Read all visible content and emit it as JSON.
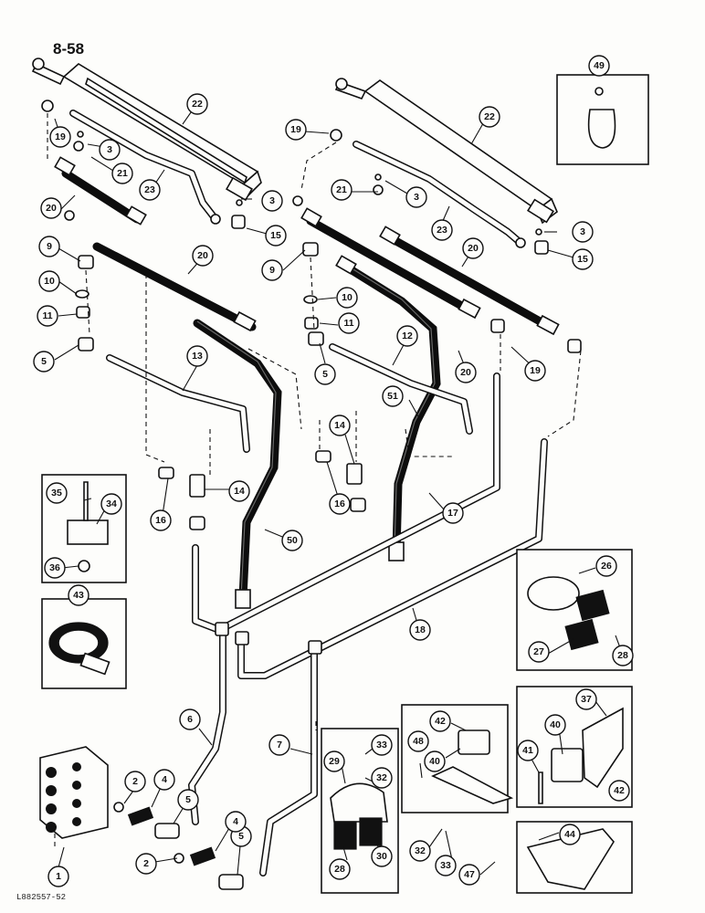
{
  "page_number": "8-58",
  "figure_id": "L882557-52",
  "callouts": [
    {
      "id": "c22a",
      "label": "22"
    },
    {
      "id": "c22b",
      "label": "22"
    },
    {
      "id": "c19a",
      "label": "19"
    },
    {
      "id": "c19b",
      "label": "19"
    },
    {
      "id": "c19c",
      "label": "19"
    },
    {
      "id": "c3a",
      "label": "3"
    },
    {
      "id": "c3b",
      "label": "3"
    },
    {
      "id": "c3c",
      "label": "3"
    },
    {
      "id": "c3d",
      "label": "3"
    },
    {
      "id": "c21a",
      "label": "21"
    },
    {
      "id": "c21b",
      "label": "21"
    },
    {
      "id": "c23a",
      "label": "23"
    },
    {
      "id": "c23b",
      "label": "23"
    },
    {
      "id": "c20a",
      "label": "20"
    },
    {
      "id": "c20b",
      "label": "20"
    },
    {
      "id": "c20c",
      "label": "20"
    },
    {
      "id": "c20d",
      "label": "20"
    },
    {
      "id": "c15a",
      "label": "15"
    },
    {
      "id": "c15b",
      "label": "15"
    },
    {
      "id": "c9a",
      "label": "9"
    },
    {
      "id": "c9b",
      "label": "9"
    },
    {
      "id": "c10a",
      "label": "10"
    },
    {
      "id": "c10b",
      "label": "10"
    },
    {
      "id": "c11a",
      "label": "11"
    },
    {
      "id": "c11b",
      "label": "11"
    },
    {
      "id": "c5a",
      "label": "5"
    },
    {
      "id": "c5b",
      "label": "5"
    },
    {
      "id": "c5c",
      "label": "5"
    },
    {
      "id": "c5d",
      "label": "5"
    },
    {
      "id": "c13",
      "label": "13"
    },
    {
      "id": "c12",
      "label": "12"
    },
    {
      "id": "c49",
      "label": "49"
    },
    {
      "id": "c51",
      "label": "51"
    },
    {
      "id": "c14a",
      "label": "14"
    },
    {
      "id": "c14b",
      "label": "14"
    },
    {
      "id": "c16a",
      "label": "16"
    },
    {
      "id": "c16b",
      "label": "16"
    },
    {
      "id": "c17",
      "label": "17"
    },
    {
      "id": "c50",
      "label": "50"
    },
    {
      "id": "c18",
      "label": "18"
    },
    {
      "id": "c35",
      "label": "35"
    },
    {
      "id": "c34",
      "label": "34"
    },
    {
      "id": "c36",
      "label": "36"
    },
    {
      "id": "c43",
      "label": "43"
    },
    {
      "id": "c26",
      "label": "26"
    },
    {
      "id": "c27",
      "label": "27"
    },
    {
      "id": "c28a",
      "label": "28"
    },
    {
      "id": "c37",
      "label": "37"
    },
    {
      "id": "c40a",
      "label": "40"
    },
    {
      "id": "c41",
      "label": "41"
    },
    {
      "id": "c42a",
      "label": "42"
    },
    {
      "id": "c42b",
      "label": "42"
    },
    {
      "id": "c40b",
      "label": "40"
    },
    {
      "id": "c48",
      "label": "48"
    },
    {
      "id": "c44",
      "label": "44"
    },
    {
      "id": "c32a",
      "label": "32"
    },
    {
      "id": "c33a",
      "label": "33"
    },
    {
      "id": "c47",
      "label": "47"
    },
    {
      "id": "c33b",
      "label": "33"
    },
    {
      "id": "c29",
      "label": "29"
    },
    {
      "id": "c32b",
      "label": "32"
    },
    {
      "id": "c28b",
      "label": "28"
    },
    {
      "id": "c30",
      "label": "30"
    },
    {
      "id": "c6",
      "label": "6"
    },
    {
      "id": "c7",
      "label": "7"
    },
    {
      "id": "c2a",
      "label": "2"
    },
    {
      "id": "c2b",
      "label": "2"
    },
    {
      "id": "c4a",
      "label": "4"
    },
    {
      "id": "c4b",
      "label": "4"
    },
    {
      "id": "c1",
      "label": "1"
    }
  ]
}
